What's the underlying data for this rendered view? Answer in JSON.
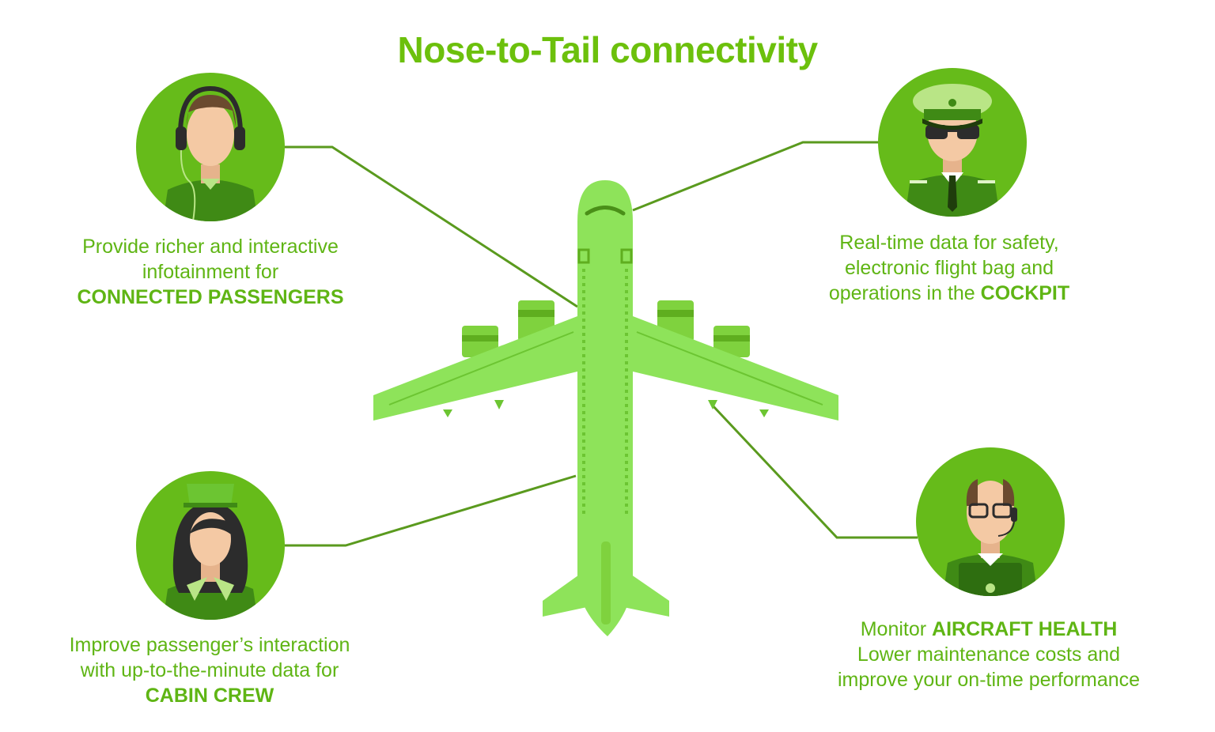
{
  "title": "Nose-to-Tail connectivity",
  "colors": {
    "brand_green": "#6cc00c",
    "text_green": "#5fb514",
    "circle_green": "#66bb1a",
    "plane_green": "#8ee35a",
    "line_green": "#5a9a1e"
  },
  "sections": {
    "passengers": {
      "icon": "passenger-headphones-icon",
      "line1": "Provide richer and interactive",
      "line2": "infotainment for",
      "highlight": "CONNECTED PASSENGERS"
    },
    "cockpit": {
      "icon": "pilot-icon",
      "line1": "Real-time data for safety,",
      "line2": "electronic flight bag and",
      "line3_prefix": "operations in the ",
      "highlight": "COCKPIT"
    },
    "crew": {
      "icon": "flight-attendant-icon",
      "line1": "Improve passenger’s interaction",
      "line2": "with up-to-the-minute data for",
      "highlight": "CABIN CREW"
    },
    "maintenance": {
      "icon": "engineer-headset-icon",
      "line1_prefix": "Monitor ",
      "highlight": "AIRCRAFT HEALTH",
      "line2": "Lower maintenance costs and",
      "line3": "improve your on-time performance"
    }
  },
  "airplane": {
    "icon": "airplane-icon"
  }
}
